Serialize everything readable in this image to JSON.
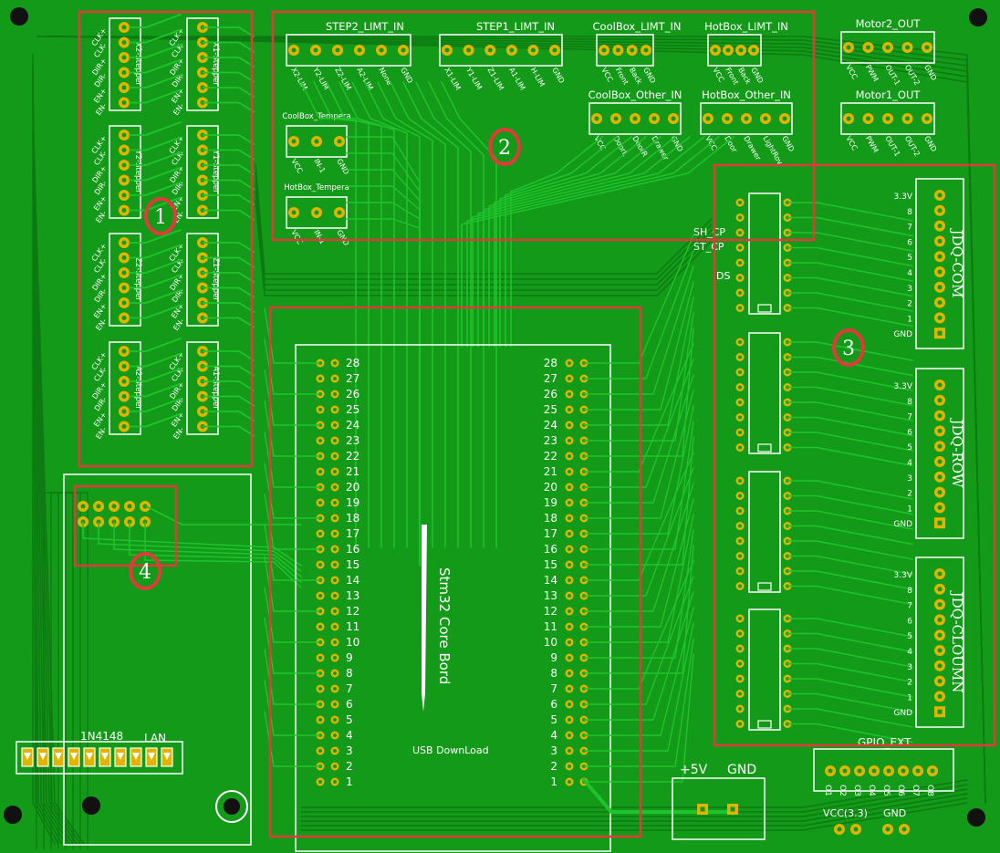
{
  "colors": {
    "board": "#139a18",
    "trace": "#1fc42c",
    "trace_dark": "#0d7a12",
    "silkscreen": "#ffffff",
    "pad": "#e0b400",
    "annotation_box": "#e03a3a"
  },
  "stepper_headers": [
    {
      "name": "X2-Stepper",
      "pins": [
        "CLK+",
        "CLK-",
        "DIR+",
        "DIR-",
        "EN+",
        "EN-"
      ]
    },
    {
      "name": "X1-Stepper",
      "pins": [
        "CLK+",
        "CLK-",
        "DIR+",
        "DIR-",
        "EN+",
        "EN-"
      ]
    },
    {
      "name": "Y2-Stepper",
      "pins": [
        "CLK+",
        "CLK-",
        "DIR+",
        "DIR-",
        "EN+",
        "EN-"
      ]
    },
    {
      "name": "Y1-Stepper",
      "pins": [
        "CLK+",
        "CLK-",
        "DIR+",
        "DIR-",
        "EN+",
        "EN-"
      ]
    },
    {
      "name": "Z2-Stepper",
      "pins": [
        "CLK+",
        "CLK-",
        "DIR+",
        "DIR-",
        "EN+",
        "EN-"
      ]
    },
    {
      "name": "Z1-Stepper",
      "pins": [
        "CLK+",
        "CLK-",
        "DIR+",
        "DIR-",
        "EN+",
        "EN-"
      ]
    },
    {
      "name": "A2-Stepper",
      "pins": [
        "CLK+",
        "CLK-",
        "DIR+",
        "DIR-",
        "EN+",
        "EN-"
      ]
    },
    {
      "name": "A1-Stepper",
      "pins": [
        "CLK+",
        "CLK-",
        "DIR+",
        "DIR-",
        "EN+",
        "EN-"
      ]
    }
  ],
  "connectors": [
    {
      "name": "STEP2_LIMT_IN",
      "pins": [
        "X2-LIM",
        "Y2-LIM",
        "Z2-LIM",
        "A2-LIM",
        "None",
        "GND"
      ]
    },
    {
      "name": "STEP1_LIMT_IN",
      "pins": [
        "X1-LIM",
        "Y1-LIM",
        "Z1-LIM",
        "A1-LIM",
        "H-LIM",
        "GND"
      ]
    },
    {
      "name": "CoolBox_LIMT_IN",
      "pins": [
        "VCC",
        "Front",
        "Back",
        "GND"
      ]
    },
    {
      "name": "HotBox_LIMT_IN",
      "pins": [
        "VCC",
        "Front",
        "Back",
        "GND"
      ]
    },
    {
      "name": "Motor2_OUT",
      "pins": [
        "VCC",
        "PWM",
        "OUT-1",
        "OUT-2",
        "GND"
      ]
    },
    {
      "name": "CoolBox_Other_IN",
      "pins": [
        "VCC",
        "DoorL",
        "DoorR",
        "Drawer",
        "GND"
      ]
    },
    {
      "name": "HotBox_Other_IN",
      "pins": [
        "VCC",
        "Door",
        "Drawer",
        "LightRov",
        "GND"
      ]
    },
    {
      "name": "Motor1_OUT",
      "pins": [
        "VCC",
        "PWM",
        "OUT-1",
        "OUT-2",
        "GND"
      ]
    },
    {
      "name": "CoolBox_Tempera",
      "pins": [
        "VCC",
        "IN-1",
        "GND"
      ]
    },
    {
      "name": "HotBox_Tempera",
      "pins": [
        "VCC",
        "IN-1",
        "GND"
      ]
    }
  ],
  "shift_register_labels": [
    "SH_CP",
    "ST_CP",
    "DS"
  ],
  "relay_headers": [
    {
      "name": "JDQ-COM",
      "pins": [
        "3.3V",
        "8",
        "7",
        "6",
        "5",
        "4",
        "3",
        "2",
        "1",
        "GND"
      ]
    },
    {
      "name": "JDQ-ROW",
      "pins": [
        "3.3V",
        "8",
        "7",
        "6",
        "5",
        "4",
        "3",
        "2",
        "1",
        "GND"
      ]
    },
    {
      "name": "JDQ-CLOUMN",
      "pins": [
        "3.3V",
        "8",
        "7",
        "6",
        "5",
        "4",
        "3",
        "2",
        "1",
        "GND"
      ]
    }
  ],
  "core_board": {
    "title": "Stm32 Core Bord",
    "usb_label": "USB DownLoad",
    "left_pins": [
      "28",
      "27",
      "26",
      "25",
      "24",
      "23",
      "22",
      "21",
      "20",
      "19",
      "18",
      "17",
      "16",
      "15",
      "14",
      "13",
      "12",
      "11",
      "10",
      "9",
      "8",
      "7",
      "6",
      "5",
      "4",
      "3",
      "2",
      "1"
    ],
    "right_pins": [
      "28",
      "27",
      "26",
      "25",
      "24",
      "23",
      "22",
      "21",
      "20",
      "19",
      "18",
      "17",
      "16",
      "15",
      "14",
      "13",
      "12",
      "11",
      "10",
      "9",
      "8",
      "7",
      "6",
      "5",
      "4",
      "3",
      "2",
      "1"
    ]
  },
  "gpio_ext": {
    "name": "GPIO_EXT",
    "pins": [
      "O1",
      "O2",
      "O3",
      "O4",
      "O5",
      "O6",
      "O7",
      "O8"
    ],
    "vcc": "VCC(3.3)",
    "gnd": "GND"
  },
  "power": {
    "plus": "+5V",
    "gnd": "GND"
  },
  "diode_label": "1N4148",
  "lan_label": "LAN",
  "annotations": [
    "1",
    "2",
    "3",
    "4"
  ]
}
